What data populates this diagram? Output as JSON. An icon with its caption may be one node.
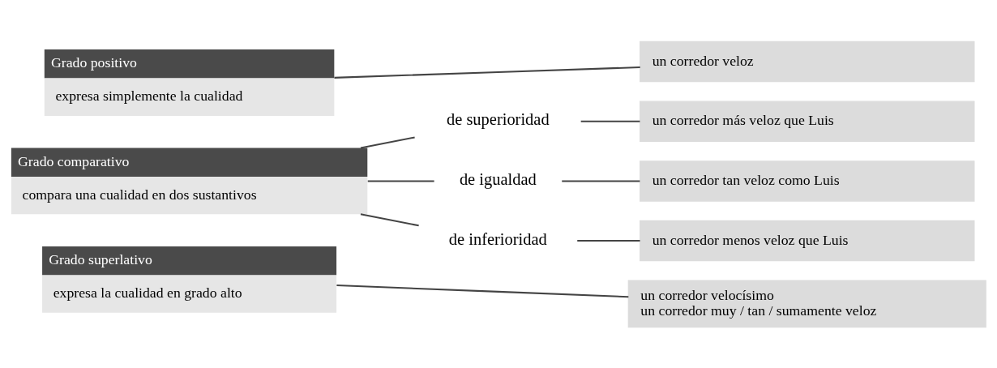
{
  "diagram": {
    "nodes": [
      {
        "text": [
          "Grado positivo",
          "expresa simplemente la cualidad"
        ]
      },
      {
        "text": [
          "un corredor veloz"
        ]
      },
      {
        "text": [
          "Grado comparativo",
          "compara una cualidad en dos sustantivos"
        ]
      },
      {
        "text": [
          "de superioridad"
        ]
      },
      {
        "text": [
          "un corredor más veloz que Luis"
        ]
      },
      {
        "text": [
          "de igualdad"
        ]
      },
      {
        "text": [
          "un corredor tan veloz como Luis"
        ]
      },
      {
        "text": [
          "de inferioridad"
        ]
      },
      {
        "text": [
          "un corredor menos veloz que Luis"
        ]
      },
      {
        "text": [
          "Grado superlativo",
          "expresa la cualidad en grado alto"
        ]
      },
      {
        "text": [
          "un corredor velocísimo",
          "un corredor muy / tan / sumamente veloz"
        ]
      }
    ],
    "edges": [
      {
        "from": 0,
        "to": 1,
        "arrow": "none"
      },
      {
        "from": 2,
        "to": 3,
        "arrow": "none"
      },
      {
        "from": 2,
        "to": 5,
        "arrow": "none"
      },
      {
        "from": 2,
        "to": 7,
        "arrow": "none"
      },
      {
        "from": 3,
        "to": 4,
        "arrow": "none"
      },
      {
        "from": 5,
        "to": 6,
        "arrow": "none"
      },
      {
        "from": 7,
        "to": 8,
        "arrow": "none"
      },
      {
        "from": 9,
        "to": 10,
        "arrow": "none"
      }
    ]
  }
}
